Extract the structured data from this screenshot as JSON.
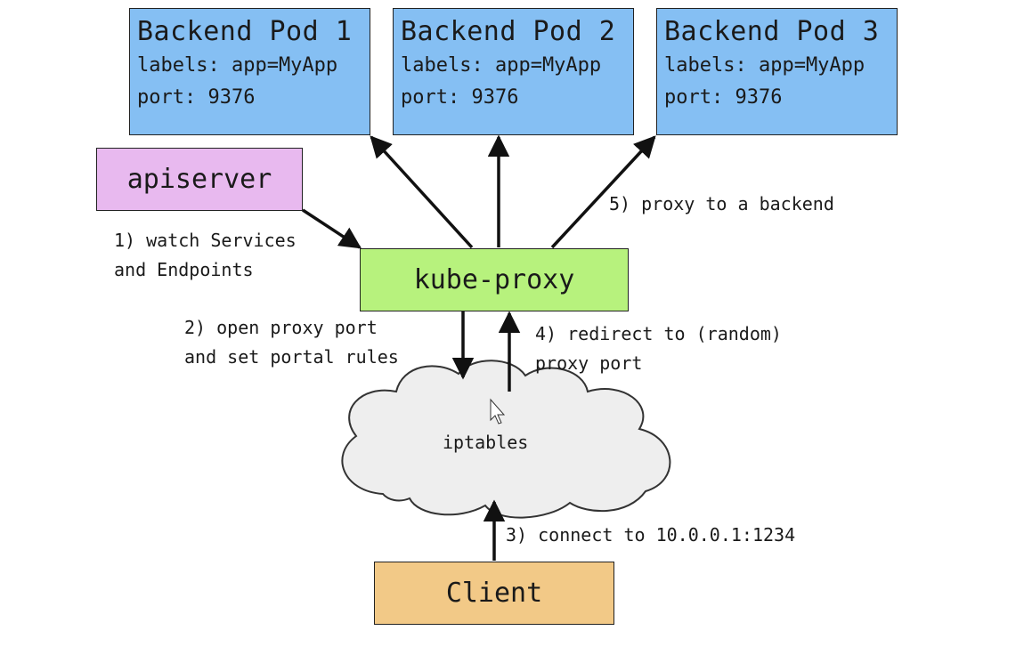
{
  "pods": [
    {
      "title": "Backend Pod 1",
      "labels": "labels: app=MyApp",
      "port": "port: 9376"
    },
    {
      "title": "Backend Pod 2",
      "labels": "labels: app=MyApp",
      "port": "port: 9376"
    },
    {
      "title": "Backend Pod 3",
      "labels": "labels: app=MyApp",
      "port": "port: 9376"
    }
  ],
  "apiserver": {
    "label": "apiserver"
  },
  "kube_proxy": {
    "label": "kube-proxy"
  },
  "iptables": {
    "label": "iptables"
  },
  "client": {
    "label": "Client"
  },
  "steps": {
    "step1": {
      "line1": "1) watch Services",
      "line2": "and Endpoints"
    },
    "step2": {
      "line1": "2) open proxy port",
      "line2": "and set portal rules"
    },
    "step3": {
      "line1": "3) connect to 10.0.0.1:1234"
    },
    "step4": {
      "line1": "4) redirect to (random)",
      "line2": "proxy port"
    },
    "step5": {
      "line1": "5) proxy to a backend"
    }
  },
  "colors": {
    "pod": "#85bff3",
    "apiserver": "#e8b9ef",
    "kube_proxy": "#b7f27d",
    "client": "#f2c987",
    "cloud": "#eeeeee"
  }
}
